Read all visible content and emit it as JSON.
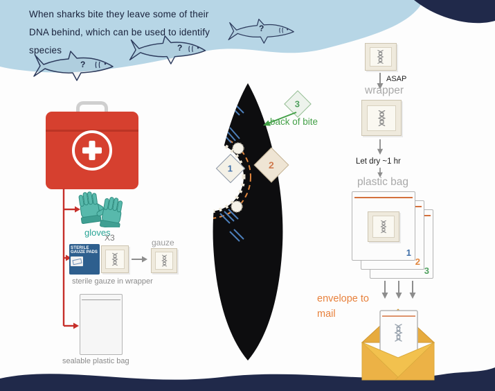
{
  "colors": {
    "banner_blue": "#b7d6e6",
    "navy": "#20294a",
    "kit_red": "#d6402f",
    "arrow_red": "#c62f2a",
    "teal": "#2aa596",
    "orange": "#e2873f",
    "green": "#4fa05e",
    "blue_accent": "#3f6fa8",
    "gray_label": "#a9a9a9",
    "envelope_yellow": "#f2c14e"
  },
  "banner": {
    "line1": "When sharks bite they leave some of their",
    "line2": "DNA behind, which can be used to identify",
    "line3": "species",
    "question_mark": "?"
  },
  "first_aid": {
    "gloves_label": "gloves",
    "quantity_label": "X3",
    "gauze_label": "gauze",
    "gauze_box_line1": "STERILE",
    "gauze_box_line2": "GAUZE PADS",
    "gauze_caption": "sterile gauze in wrapper",
    "bag_caption": "sealable plastic bag"
  },
  "bite_diagram": {
    "step1": "1",
    "step2": "2",
    "step3": "3",
    "back_of_bite_label": "back of bite"
  },
  "process": {
    "asap_label": "ASAP",
    "wrapper_label": "wrapper",
    "dry_label": "Let dry ~1 hr",
    "plastic_bag_label": "plastic bag",
    "bag_numbers": [
      "1",
      "2",
      "3"
    ],
    "envelope_line1": "envelope to",
    "envelope_line2": "mail"
  }
}
